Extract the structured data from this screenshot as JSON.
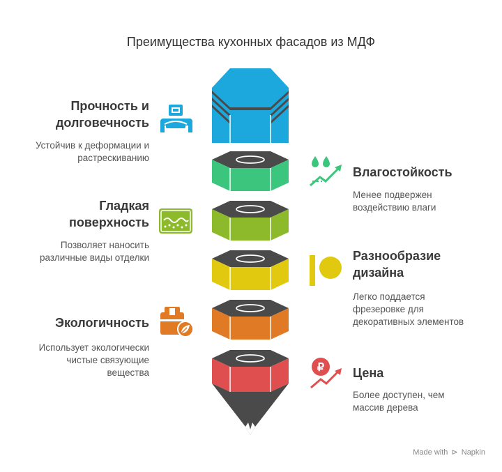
{
  "title": "Преимущества кухонных фасадов из МДФ",
  "colors": {
    "top": "#1da8dd",
    "green": "#3cc57c",
    "lime": "#8dba2b",
    "yellow": "#e0c90e",
    "orange": "#e07a24",
    "red": "#e04f4f",
    "dark": "#4a4a4a",
    "outline": "#3a3a3a"
  },
  "left_items": [
    {
      "heading_line1": "Прочность и",
      "heading_line2": "долговечность",
      "desc_line1": "Устойчив к деформации и",
      "desc_line2": "растрескиванию",
      "icon": "armchair-icon",
      "color": "#1da8dd"
    },
    {
      "heading_line1": "Гладкая",
      "heading_line2": "поверхность",
      "desc_line1": "Позволяет наносить",
      "desc_line2": "различные виды отделки",
      "icon": "surface-texture-icon",
      "color": "#8dba2b"
    },
    {
      "heading_line1": "Экологичность",
      "desc_line1": "Использует экологически",
      "desc_line2": "чистые связующие",
      "desc_line3": "вещества",
      "icon": "eco-box-icon",
      "color": "#e07a24"
    }
  ],
  "right_items": [
    {
      "heading_line1": "Влагостойкость",
      "desc_line1": "Менее подвержен",
      "desc_line2": "воздействию влаги",
      "icon": "water-drops-icon",
      "color": "#3cc57c"
    },
    {
      "heading_line1": "Разнообразие",
      "heading_line2": "дизайна",
      "desc_line1": "Легко поддается",
      "desc_line2": "фрезеровке для",
      "desc_line3": "декоративных элементов",
      "icon": "design-pattern-icon",
      "color": "#e0c90e"
    },
    {
      "heading_line1": "Цена",
      "desc_line1": "Более доступен, чем",
      "desc_line2": "массив дерева",
      "icon": "ruble-growth-icon",
      "color": "#e04f4f"
    }
  ],
  "footer": {
    "made_with": "Made with",
    "brand": "Napkin"
  }
}
